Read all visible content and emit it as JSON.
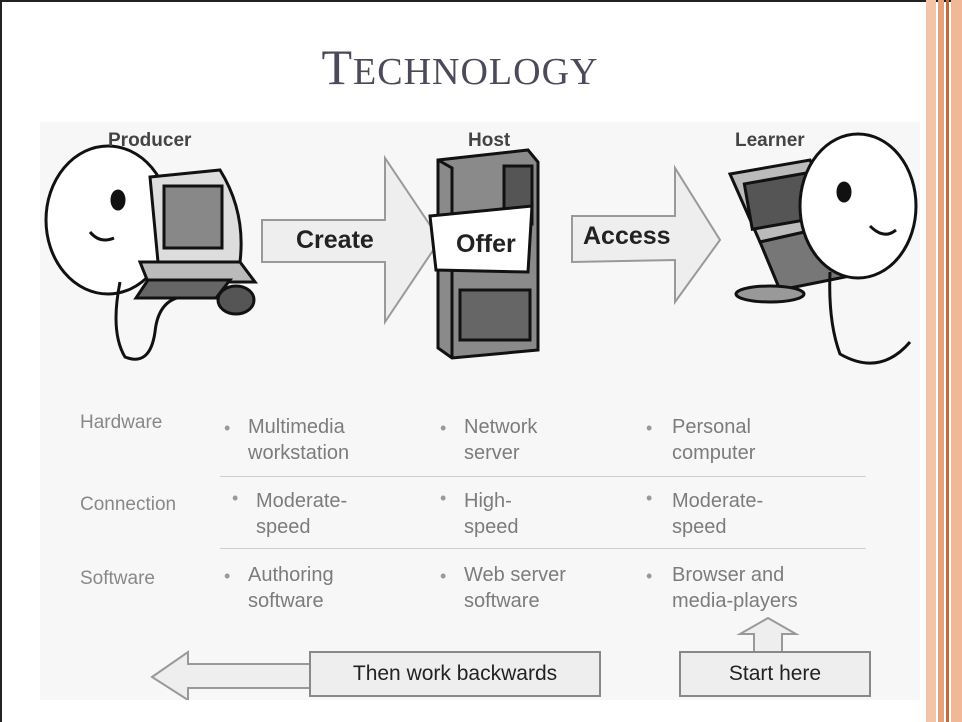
{
  "title": {
    "first_letter": "T",
    "rest": "ECHNOLOGY"
  },
  "columns": [
    "Producer",
    "Host",
    "Learner"
  ],
  "flow": {
    "create": "Create",
    "offer": "Offer",
    "access": "Access"
  },
  "rows": [
    {
      "label": "Hardware",
      "cells": [
        [
          "Multimedia",
          "workstation"
        ],
        [
          "Network",
          "server"
        ],
        [
          "Personal",
          "computer"
        ]
      ]
    },
    {
      "label": "Connection",
      "cells": [
        [
          "Moderate-",
          "speed"
        ],
        [
          "High-",
          "speed"
        ],
        [
          "Moderate-",
          "speed"
        ]
      ]
    },
    {
      "label": "Software",
      "cells": [
        [
          "Authoring",
          "software"
        ],
        [
          "Web server",
          "software"
        ],
        [
          "Browser and",
          "media-players"
        ]
      ]
    }
  ],
  "bottom": {
    "backwards": "Then work backwards",
    "start": "Start here"
  },
  "colors": {
    "title": "#4a4a5a",
    "deco_orange": "#e8a27a",
    "deco_dark": "#c4693d"
  }
}
